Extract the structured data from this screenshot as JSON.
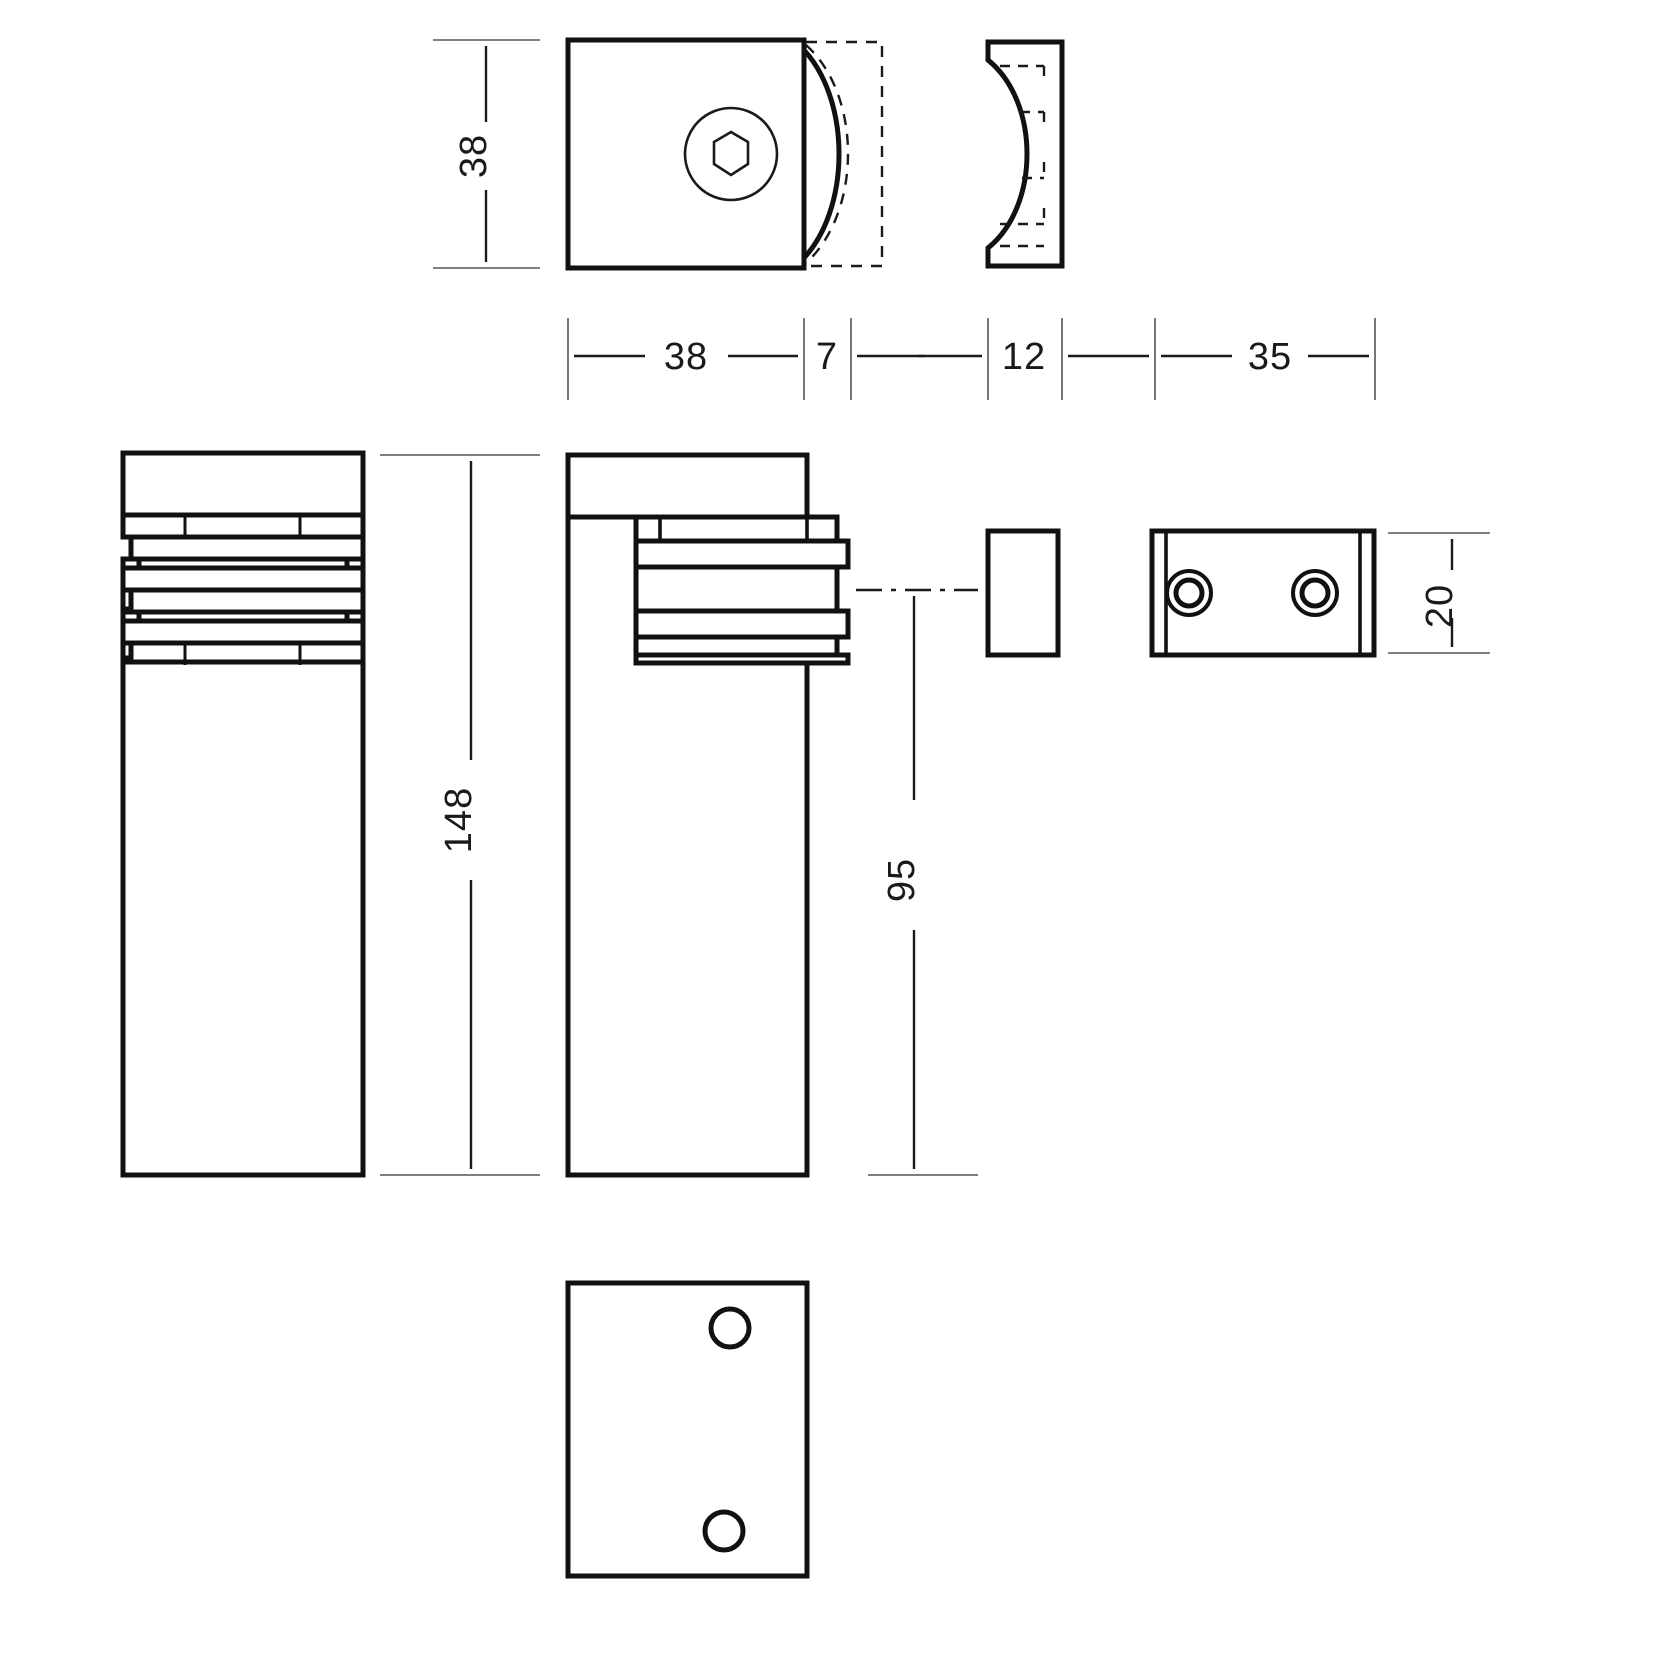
{
  "drawing": {
    "title": "Bollard luminaire technical dimension drawing",
    "units": "mm",
    "line_color": "#111111",
    "dim_color": "#1a1a1a",
    "background": "#ffffff"
  },
  "dimensions": {
    "height_head_top": "38",
    "width_body_top": "38",
    "gap_7": "7",
    "spacer_12": "12",
    "bracket_35": "35",
    "total_height_148": "148",
    "height_95": "95",
    "plate_height_20": "20"
  },
  "views": {
    "top_plan": {
      "name": "Top plan view with hex socket screw",
      "label_height": "38",
      "label_width": "38"
    },
    "bracket_section": {
      "name": "Concave wall bracket section"
    },
    "side_elevation_left": {
      "name": "Left side elevation of bollard with louvres"
    },
    "front_elevation": {
      "name": "Front elevation of bollard head and post"
    },
    "spacer_block": {
      "name": "Rectangular spacer block"
    },
    "mounting_plate": {
      "name": "Mounting plate with two counterbored holes"
    },
    "bottom_plan": {
      "name": "Bottom plan view with two through holes"
    }
  },
  "annotations": {
    "centerline_style": "dash-dot",
    "hidden_line_style": "dashed"
  }
}
